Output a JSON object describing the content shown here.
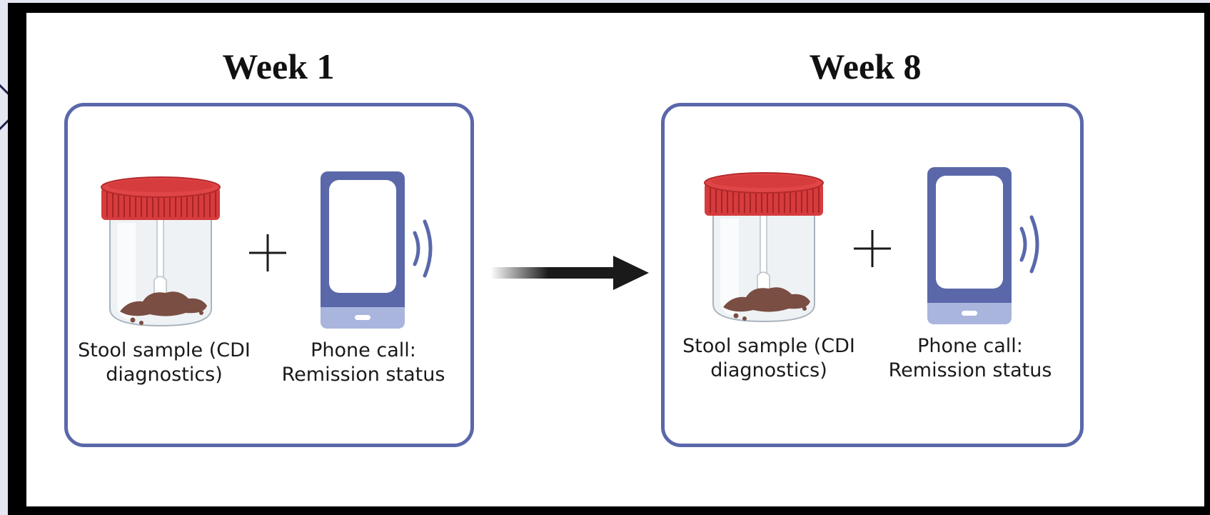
{
  "panels": [
    {
      "week_label": "Week 1",
      "items": [
        {
          "icon": "specimen-jar-icon",
          "caption_line1": "Stool sample (CDI",
          "caption_line2": "diagnostics)"
        },
        {
          "icon": "smartphone-ringing-icon",
          "caption_line1": "Phone call:",
          "caption_line2": "Remission status"
        }
      ]
    },
    {
      "week_label": "Week 8",
      "items": [
        {
          "icon": "specimen-jar-icon",
          "caption_line1": "Stool sample (CDI",
          "caption_line2": "diagnostics)"
        },
        {
          "icon": "smartphone-ringing-icon",
          "caption_line1": "Phone call:",
          "caption_line2": "Remission status"
        }
      ]
    }
  ],
  "colors": {
    "panel_border": "#5a68aa",
    "phone_body": "#5a68aa",
    "phone_base": "#a9b5dd",
    "jar_lid": "#d63b3d",
    "stool": "#7a4e43",
    "arrow": "#1a1a1a"
  }
}
